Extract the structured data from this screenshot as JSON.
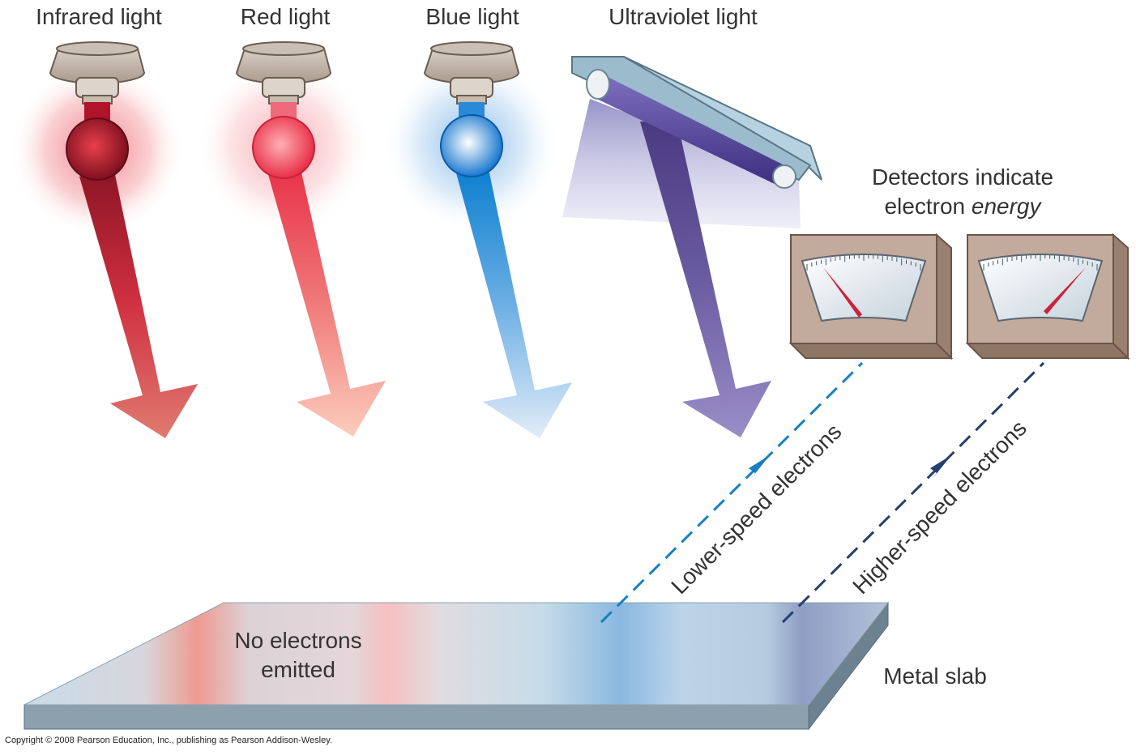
{
  "sources": [
    {
      "label": "Infrared light"
    },
    {
      "label": "Red light"
    },
    {
      "label": "Blue light"
    },
    {
      "label": "Ultraviolet light"
    }
  ],
  "detectors": {
    "caption_line1": "Detectors indicate",
    "caption_line2_prefix": "electron ",
    "caption_line2_emphasis": "energy",
    "left_reading": "low",
    "right_reading": "high"
  },
  "electrons": {
    "lower_label": "Lower-speed electrons",
    "higher_label": "Higher-speed electrons"
  },
  "slab": {
    "label": "Metal slab",
    "no_emission_line1": "No electrons",
    "no_emission_line2": "emitted"
  },
  "copyright": "Copyright © 2008 Pearson Education, Inc., publishing as Pearson Addison-Wesley.",
  "colors": {
    "infrared": "#9e1a2a",
    "red": "#e8404f",
    "blue": "#1a7fd0",
    "ultraviolet": "#5a4a8e",
    "lower_speed_path": "#1a7fc0",
    "higher_speed_path": "#24406e",
    "meter_case": "#c2aa9c",
    "needle": "#d0203a"
  }
}
